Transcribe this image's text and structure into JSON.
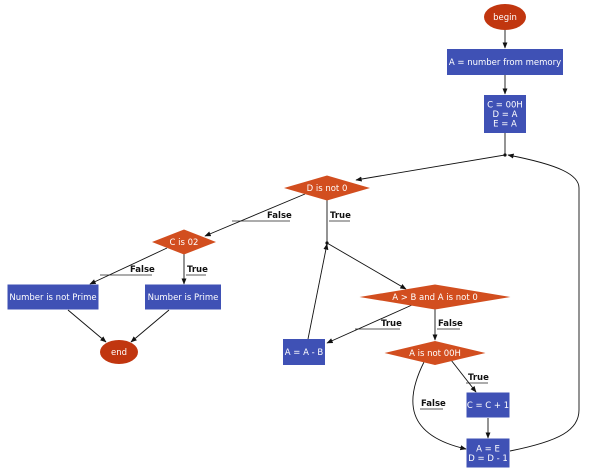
{
  "diagram": {
    "type": "flowchart",
    "title": "Prime number check flowchart",
    "colors": {
      "terminal": "#C1360F",
      "decision": "#D24E1F",
      "process": "#3F51B5",
      "text": "#FFFFFF",
      "edge": "#111111"
    },
    "nodes": {
      "begin": {
        "shape": "terminal",
        "lines": [
          "begin"
        ]
      },
      "load": {
        "shape": "process",
        "lines": [
          "A = number from memory"
        ]
      },
      "init": {
        "shape": "process",
        "lines": [
          "C = 00H",
          "D = A",
          "E = A"
        ]
      },
      "d_check": {
        "shape": "decision",
        "lines": [
          "D is not 0"
        ]
      },
      "c_check": {
        "shape": "decision",
        "lines": [
          "C is 02"
        ]
      },
      "not_prime": {
        "shape": "process",
        "lines": [
          "Number is not Prime"
        ]
      },
      "is_prime": {
        "shape": "process",
        "lines": [
          "Number is Prime"
        ]
      },
      "end": {
        "shape": "terminal",
        "lines": [
          "end"
        ]
      },
      "ab_check": {
        "shape": "decision",
        "lines": [
          "A > B and A is not 0"
        ]
      },
      "subtract": {
        "shape": "process",
        "lines": [
          "A = A - B"
        ]
      },
      "a_zero_check": {
        "shape": "decision",
        "lines": [
          "A is not 00H"
        ]
      },
      "inc_c": {
        "shape": "process",
        "lines": [
          "C = C + 1"
        ]
      },
      "reset": {
        "shape": "process",
        "lines": [
          "A = E",
          "D = D - 1"
        ]
      }
    },
    "edges": [
      {
        "from": "begin",
        "to": "load",
        "label": ""
      },
      {
        "from": "load",
        "to": "init",
        "label": ""
      },
      {
        "from": "init",
        "to": "d_check",
        "label": ""
      },
      {
        "from": "d_check",
        "to": "c_check",
        "label": "False"
      },
      {
        "from": "d_check",
        "to": "ab_check",
        "label": "True"
      },
      {
        "from": "c_check",
        "to": "not_prime",
        "label": "False"
      },
      {
        "from": "c_check",
        "to": "is_prime",
        "label": "True"
      },
      {
        "from": "not_prime",
        "to": "end",
        "label": ""
      },
      {
        "from": "is_prime",
        "to": "end",
        "label": ""
      },
      {
        "from": "ab_check",
        "to": "subtract",
        "label": "True"
      },
      {
        "from": "ab_check",
        "to": "a_zero_check",
        "label": "False"
      },
      {
        "from": "subtract",
        "to": "ab_check",
        "label": ""
      },
      {
        "from": "a_zero_check",
        "to": "inc_c",
        "label": "True"
      },
      {
        "from": "a_zero_check",
        "to": "reset",
        "label": "False"
      },
      {
        "from": "inc_c",
        "to": "reset",
        "label": ""
      },
      {
        "from": "reset",
        "to": "d_check",
        "label": ""
      }
    ]
  }
}
